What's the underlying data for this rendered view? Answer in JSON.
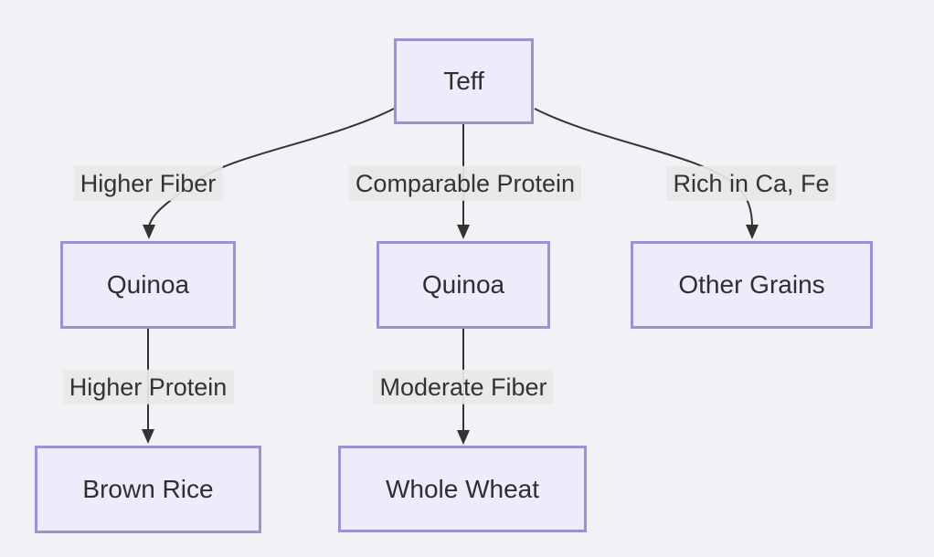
{
  "diagram": {
    "type": "flowchart",
    "direction": "top-down",
    "nodes": [
      {
        "id": "teff",
        "label": "Teff"
      },
      {
        "id": "quinoa-fiber",
        "label": "Quinoa"
      },
      {
        "id": "quinoa-protein",
        "label": "Quinoa"
      },
      {
        "id": "other-grains",
        "label": "Other Grains"
      },
      {
        "id": "brown-rice",
        "label": "Brown Rice"
      },
      {
        "id": "whole-wheat",
        "label": "Whole Wheat"
      }
    ],
    "edges": [
      {
        "from": "teff",
        "to": "quinoa-fiber",
        "label": "Higher Fiber"
      },
      {
        "from": "teff",
        "to": "quinoa-protein",
        "label": "Comparable Protein"
      },
      {
        "from": "teff",
        "to": "other-grains",
        "label": "Rich in Ca, Fe"
      },
      {
        "from": "quinoa-fiber",
        "to": "brown-rice",
        "label": "Higher Protein"
      },
      {
        "from": "quinoa-protein",
        "to": "whole-wheat",
        "label": "Moderate Fiber"
      }
    ],
    "colors": {
      "background": "#f1f2f5",
      "node_fill": "#ececfa",
      "node_border": "#a18fd6",
      "edge_line": "#333333",
      "edge_label_bg": "#e8e8e8",
      "text": "#333333"
    }
  }
}
